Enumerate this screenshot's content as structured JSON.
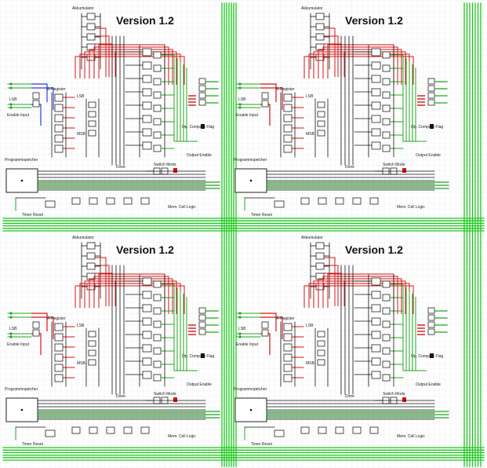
{
  "colors": {
    "grid": "#e4e4ee",
    "bus": "#19c819",
    "wire_red": "#d41414",
    "wire_black": "#111111",
    "wire_blue": "#2a3bd6",
    "wire_green": "#20a520",
    "chip_fill": "#ffffff",
    "chip_stroke": "#222222"
  },
  "circuits": [
    {
      "title": "Version 1.2",
      "labels": {
        "accumulator": "Akkumulator",
        "register": "A-Register",
        "lsb_left": "LSB",
        "lsb_mid": "LSB",
        "msb": "MSB",
        "enable_input": "Enable Input",
        "program_memory": "Programmspeicher",
        "switch_mode": "Switch Mode",
        "output_enable": "Output Enable",
        "compare_flag": "Op. Compare Flag",
        "done": "Done",
        "mem_cell_logic": "Mem. Cell Logic",
        "timer_reset": "Timer Reset"
      }
    },
    {
      "title": "Version 1.2",
      "labels": {
        "accumulator": "Akkumulator",
        "register": "A-Register",
        "lsb_left": "LSB",
        "lsb_mid": "LSB",
        "msb": "MSB",
        "enable_input": "Enable Input",
        "program_memory": "Programmspeicher",
        "switch_mode": "Switch Mode",
        "output_enable": "Output Enable",
        "compare_flag": "Op. Compare Flag",
        "done": "Done",
        "mem_cell_logic": "Mem. Cell Logic",
        "timer_reset": "Timer Reset"
      }
    },
    {
      "title": "Version 1.2",
      "labels": {
        "accumulator": "Akkumulator",
        "register": "A-Register",
        "lsb_left": "LSB",
        "lsb_mid": "LSB",
        "msb": "MSB",
        "enable_input": "Enable Input",
        "program_memory": "Programmspeicher",
        "switch_mode": "Switch Mode",
        "output_enable": "Output Enable",
        "compare_flag": "Op. Compare Flag",
        "done": "Done",
        "mem_cell_logic": "Mem. Cell Logic",
        "timer_reset": "Timer Reset"
      }
    },
    {
      "title": "Version 1.2",
      "labels": {
        "accumulator": "Akkumulator",
        "register": "A-Register",
        "lsb_left": "LSB",
        "lsb_mid": "LSB",
        "msb": "MSB",
        "enable_input": "Enable Input",
        "program_memory": "Programmspeicher",
        "switch_mode": "Switch Mode",
        "output_enable": "Output Enable",
        "compare_flag": "Op. Compare Flag",
        "done": "Done",
        "mem_cell_logic": "Mem. Cell Logic",
        "timer_reset": "Timer Reset"
      }
    }
  ]
}
